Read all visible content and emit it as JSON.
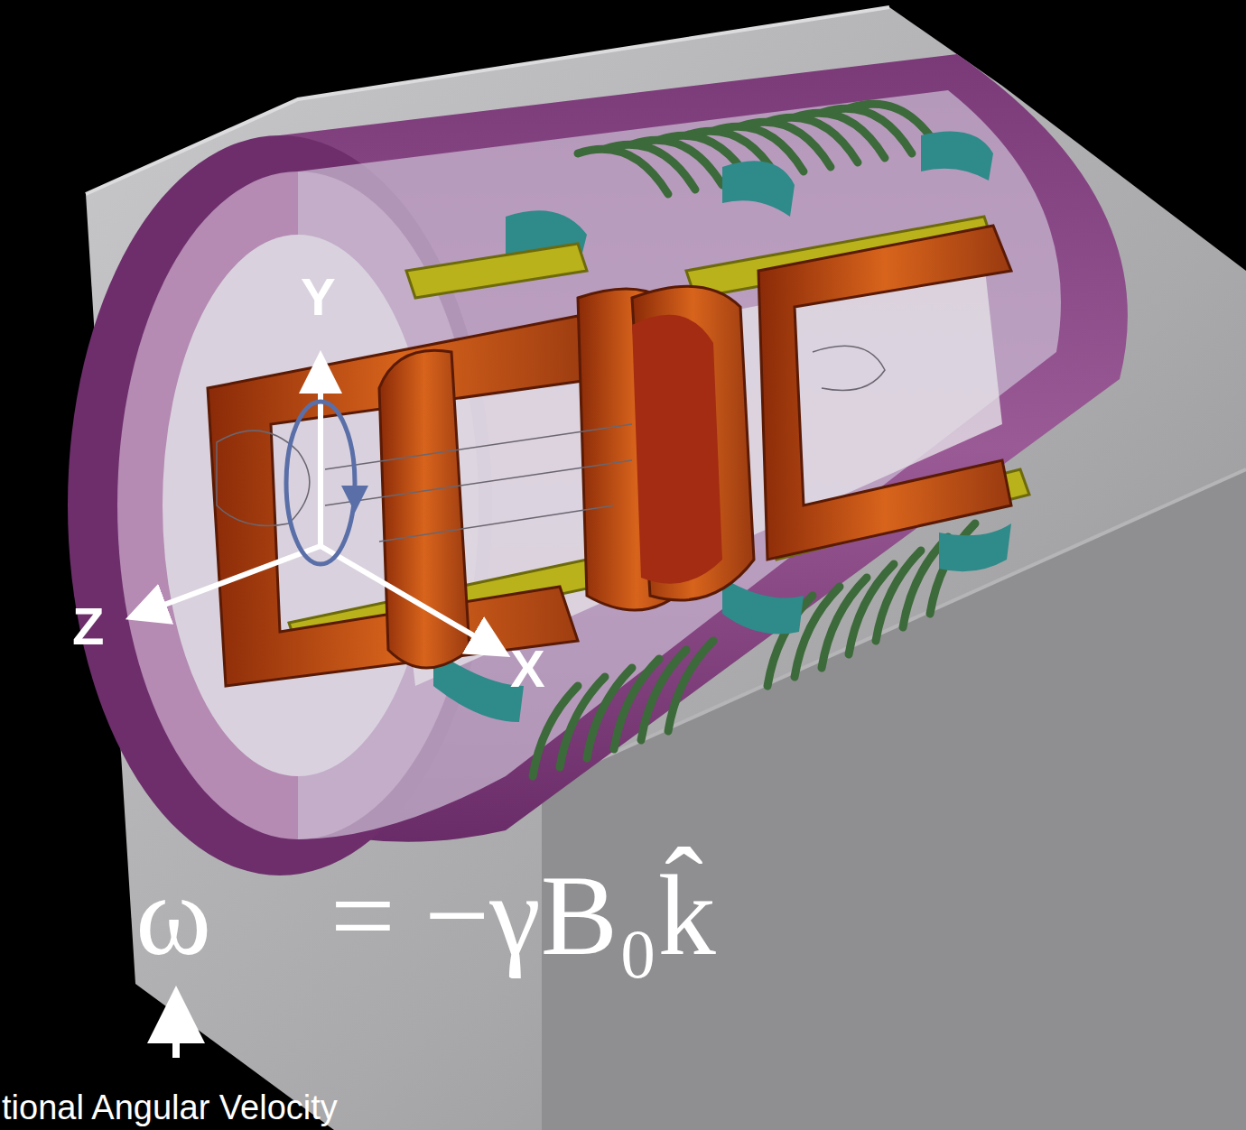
{
  "diagram": {
    "labels": [
      "Y",
      "Z",
      "X",
      "ω⃗ = −γB₀k̂",
      "tional Angular Velocity"
    ]
  }
}
